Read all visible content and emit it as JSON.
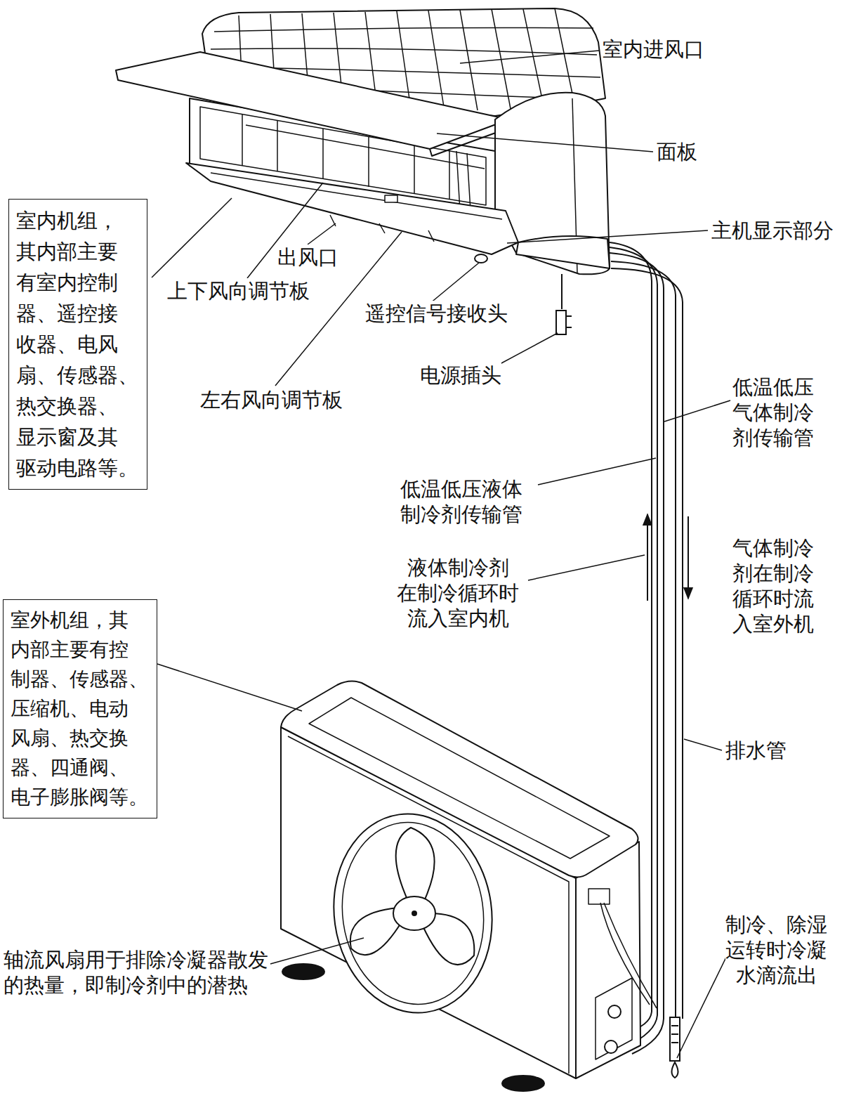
{
  "diagram": {
    "nodes": [
      {
        "text": [
          "室内机组， 其内部主要 有室内控制 器、遥控接 收器、电风 扇、传感器、 热交换器、 显示窗及其 驱动电路等。"
        ]
      },
      {
        "text": [
          "室外机组，其 内部主要有控 制器、传感器、 压缩机、电动 风扇、热交换 器、四通阀、 电子膨胀阀等。"
        ]
      }
    ],
    "labels": [
      "室内进风口",
      "面板",
      "主机显示部分",
      "出风口",
      "上下风向调节板",
      "遥控信号接收头",
      "电源插头",
      "左右风向调节板",
      "低温低压 气体制冷 剂传输管",
      "低温低压液体 制冷剂传输管",
      "液体制冷剂 在制冷循环时 流入室内机",
      "气体制冷 剂在制冷 循环时流 入室外机",
      "排水管",
      "轴流风扇用于排除冷凝器散发 的热量，即制冷剂中的潜热",
      "制冷、除湿 运转时冷凝 水滴流出"
    ]
  }
}
